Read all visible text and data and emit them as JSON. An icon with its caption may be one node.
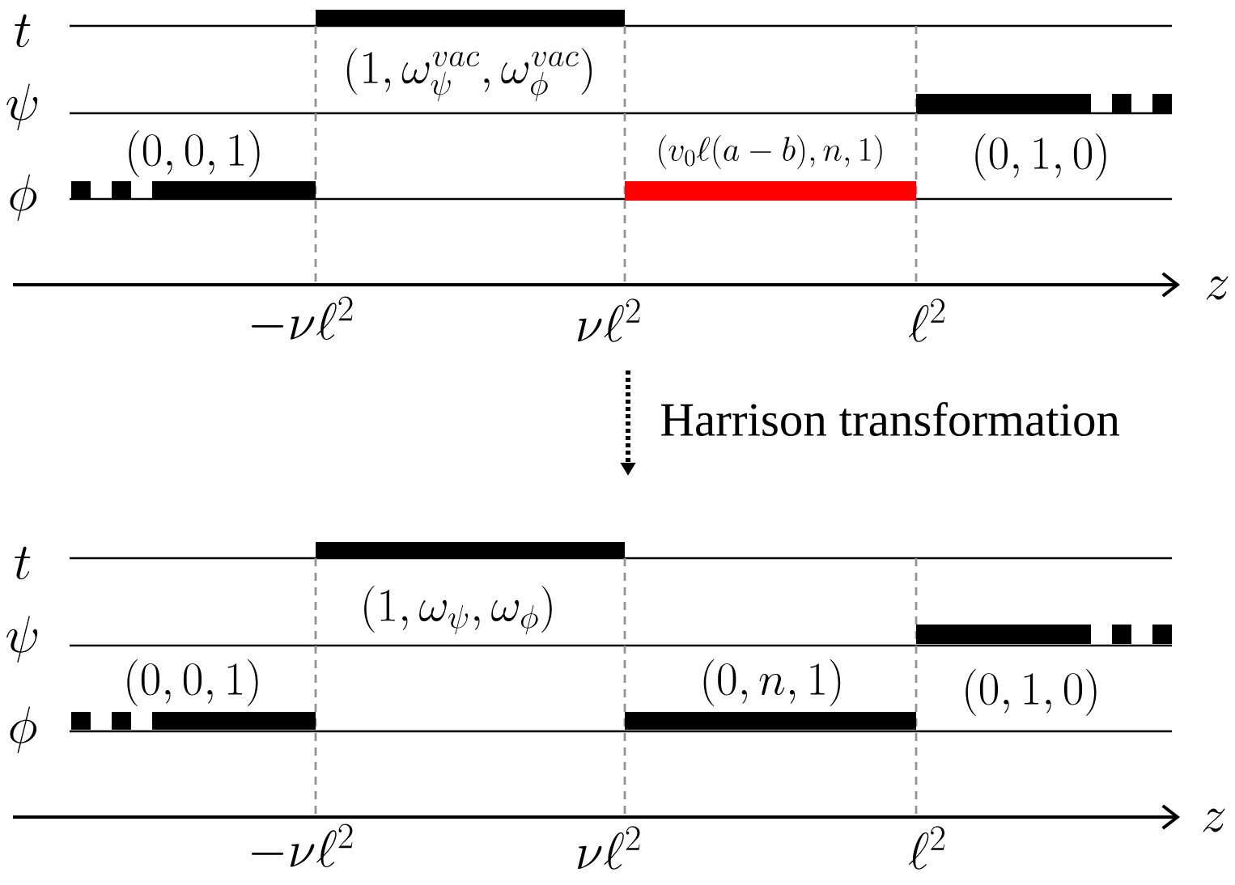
{
  "diagram": {
    "nodes": [
      {
        "text": [],
        "shape": "bar",
        "beside": [
          "(1,\\omega_{\\psi}^{vac},\\omega_{\\phi}^{vac})"
        ]
      },
      {
        "text": [],
        "shape": "bar",
        "beside": [
          "(0,1,0)"
        ]
      },
      {
        "text": [],
        "shape": "bar",
        "beside": [
          "(0,0,1)"
        ]
      },
      {
        "text": [],
        "shape": "bar",
        "beside": [
          "(v_0\\ell(a-b),n,1)"
        ]
      },
      {
        "text": [],
        "shape": "bar",
        "beside": [
          "(1,\\omega_{\\psi},\\omega_{\\phi})"
        ]
      },
      {
        "text": [],
        "shape": "bar",
        "beside": [
          "(0,1,0)"
        ]
      },
      {
        "text": [],
        "shape": "bar",
        "beside": [
          "(0,0,1)"
        ]
      },
      {
        "text": [],
        "shape": "bar",
        "beside": [
          "(0,n,1)"
        ]
      }
    ],
    "labels": [
      "t",
      "\\psi",
      "\\phi",
      "z",
      "-\\nu\\ell^2",
      "\\nu\\ell^2",
      "\\ell^2",
      "Harrison transformation",
      "t",
      "\\psi",
      "\\phi",
      "z",
      "-\\nu\\ell^2",
      "\\nu\\ell^2",
      "\\ell^2"
    ]
  }
}
